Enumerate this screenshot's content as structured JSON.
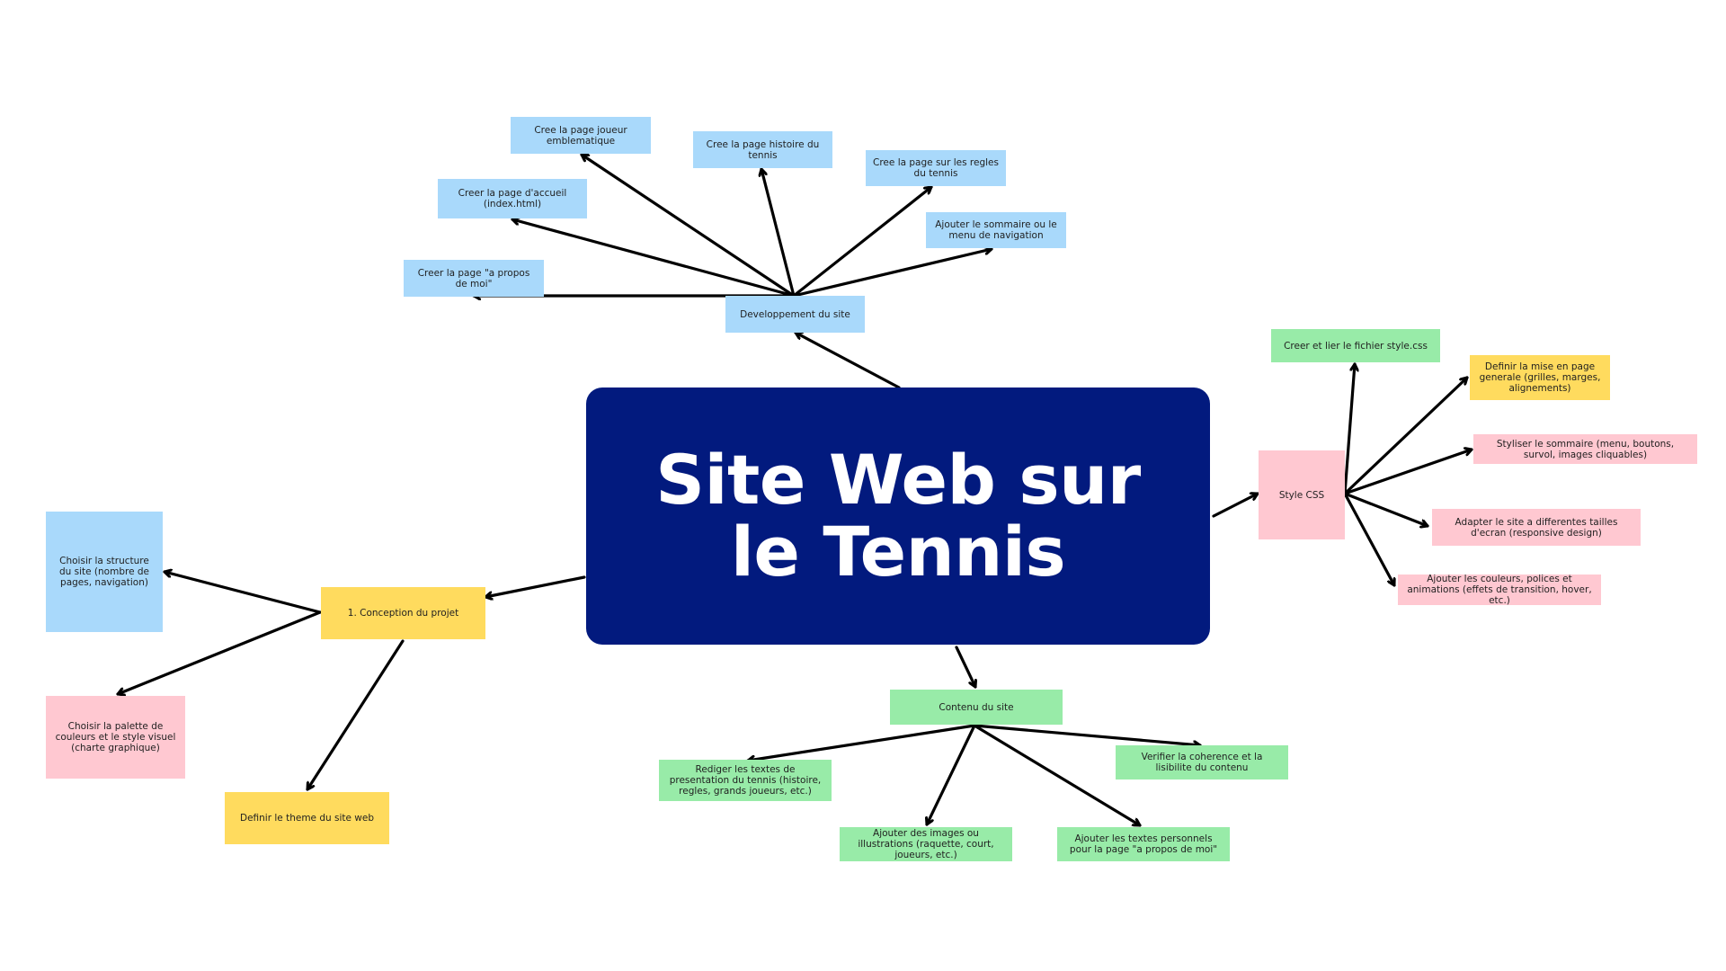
{
  "central": {
    "title": "Site Web sur le Tennis"
  },
  "colors": {
    "central": "#021a7e",
    "blue": "#a9d9fb",
    "green": "#98eba8",
    "pink": "#ffc8d1",
    "yellow": "#ffdb5e",
    "arrow": "#000000"
  },
  "branches": {
    "developpement": {
      "label": "Developpement du site",
      "children": {
        "joueur": "Cree la page joueur emblematique",
        "histoire": "Cree la page histoire du tennis",
        "regles": "Cree la page sur les regles du tennis",
        "accueil": "Creer la page d'accueil (index.html)",
        "sommaire": "Ajouter le sommaire ou le menu de navigation",
        "apropos": "Creer la page \"a propos de moi\""
      }
    },
    "style": {
      "label": "Style CSS",
      "children": {
        "fichier": "Creer et lier le fichier style.css",
        "miseenpage": "Definir la mise en page generale (grilles, marges, alignements)",
        "sommaire": "Styliser le sommaire (menu, boutons, survol, images cliquables)",
        "responsive": "Adapter le site a differentes tailles d'ecran (responsive design)",
        "couleurs": "Ajouter les couleurs, polices et animations (effets de transition, hover, etc.)"
      }
    },
    "conception": {
      "label": "1. Conception du projet",
      "children": {
        "structure": "Choisir la structure du site (nombre de pages, navigation)",
        "palette": "Choisir la palette de couleurs et le style visuel (charte graphique)",
        "theme": "Definir le theme du site web"
      }
    },
    "contenu": {
      "label": "Contenu du site",
      "children": {
        "rediger": "Rediger les textes de presentation du tennis (histoire, regles, grands joueurs, etc.)",
        "images": "Ajouter des images ou illustrations (raquette, court, joueurs, etc.)",
        "personnels": "Ajouter les textes personnels pour la page \"a propos de moi\"",
        "verifier": "Verifier la coherence et la lisibilite du contenu"
      }
    }
  }
}
